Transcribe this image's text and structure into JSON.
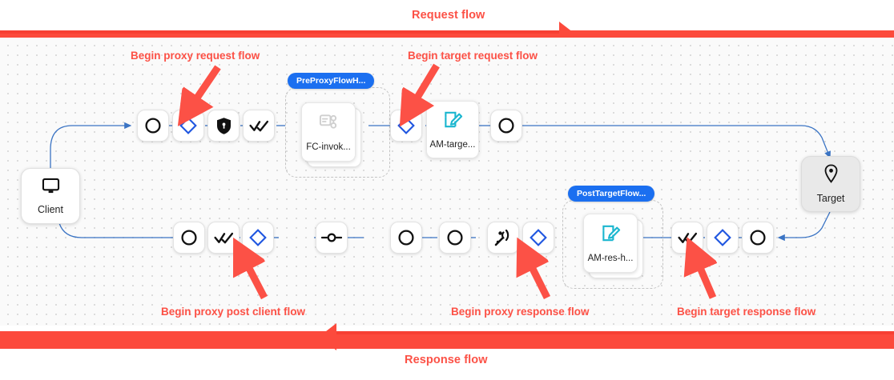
{
  "banners": {
    "request": {
      "label": "Request flow",
      "color": "#fc5146"
    },
    "response": {
      "label": "Response flow",
      "color": "#fc5146"
    }
  },
  "endpoints": {
    "client": {
      "label": "Client",
      "icon": "monitor-icon"
    },
    "target": {
      "label": "Target",
      "icon": "location-pin-icon"
    }
  },
  "groups": [
    {
      "badge": "PreProxyFlowH...",
      "card": {
        "label": "FC-invok...",
        "icon": "flow-callout-icon"
      }
    },
    {
      "badge": "PostTargetFlow...",
      "card": {
        "label": "AM-res-h...",
        "icon": "assign-message-icon"
      }
    }
  ],
  "target_request_card": {
    "label": "AM-targe...",
    "icon": "assign-message-icon"
  },
  "request_row_nodes": [
    {
      "icon": "circle-icon",
      "name": "proxy-endpoint-start"
    },
    {
      "icon": "diamond-icon",
      "name": "proxy-request-flow-hook"
    },
    {
      "icon": "shield-lock-icon",
      "name": "security-policy"
    },
    {
      "icon": "double-check-icon",
      "name": "quota-check"
    },
    {
      "icon": "diamond-icon",
      "name": "target-request-flow-hook"
    },
    {
      "icon": "circle-icon",
      "name": "target-endpoint-start"
    }
  ],
  "response_row_nodes": [
    {
      "icon": "circle-icon",
      "name": "proxy-response-end"
    },
    {
      "icon": "double-check-icon",
      "name": "post-client-check"
    },
    {
      "icon": "diamond-icon",
      "name": "proxy-post-client-flow-hook"
    },
    {
      "icon": "flow-link-icon",
      "name": "post-client-flow-callout"
    },
    {
      "icon": "circle-icon",
      "name": "proxy-response-start"
    },
    {
      "icon": "circle-icon",
      "name": "proxy-response-node"
    },
    {
      "icon": "antenna-icon",
      "name": "message-logging"
    },
    {
      "icon": "diamond-icon",
      "name": "proxy-response-flow-hook"
    },
    {
      "icon": "double-check-icon",
      "name": "target-response-check"
    },
    {
      "icon": "diamond-icon",
      "name": "target-response-flow-hook"
    },
    {
      "icon": "circle-icon",
      "name": "target-response-end"
    }
  ],
  "annotations": [
    {
      "label": "Begin proxy request flow"
    },
    {
      "label": "Begin target request flow"
    },
    {
      "label": "Begin proxy post client flow"
    },
    {
      "label": "Begin proxy response flow"
    },
    {
      "label": "Begin target response flow"
    }
  ],
  "colors": {
    "accent_red": "#fc4a3c",
    "wire_blue": "#3b74c4",
    "badge_blue": "#1b6ff0",
    "diamond_blue": "#1f56e0",
    "icon_teal": "#1ab6cf"
  }
}
